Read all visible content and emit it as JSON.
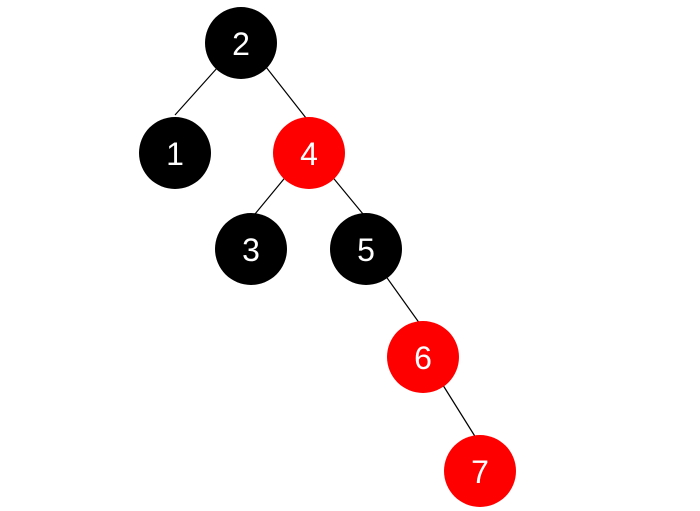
{
  "colors": {
    "black": "#000000",
    "red": "#ff0000",
    "text": "#ffffff",
    "edge": "#000000"
  },
  "tree": {
    "nodes": [
      {
        "id": "n2",
        "label": "2",
        "color": "black"
      },
      {
        "id": "n1",
        "label": "1",
        "color": "black"
      },
      {
        "id": "n4",
        "label": "4",
        "color": "red"
      },
      {
        "id": "n3",
        "label": "3",
        "color": "black"
      },
      {
        "id": "n5",
        "label": "5",
        "color": "black"
      },
      {
        "id": "n6",
        "label": "6",
        "color": "red"
      },
      {
        "id": "n7",
        "label": "7",
        "color": "red"
      }
    ],
    "edges": [
      {
        "from": "n2",
        "to": "n1"
      },
      {
        "from": "n2",
        "to": "n4"
      },
      {
        "from": "n4",
        "to": "n3"
      },
      {
        "from": "n4",
        "to": "n5"
      },
      {
        "from": "n5",
        "to": "n6"
      },
      {
        "from": "n6",
        "to": "n7"
      }
    ]
  }
}
